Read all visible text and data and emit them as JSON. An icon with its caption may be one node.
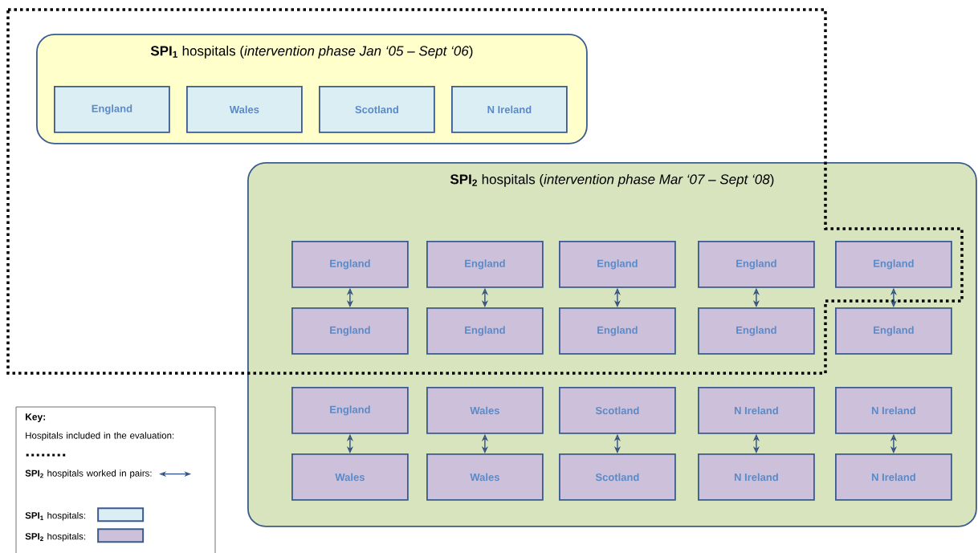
{
  "diagram": {
    "nodes": [
      {
        "text": [
          "**SPI$_{1}$** hospitals (*intervention phase Jan ‘05 – Sept ‘06*)"
        ]
      },
      {
        "text": [
          "England"
        ],
        "in": 0
      },
      {
        "text": [
          "Wales"
        ],
        "in": 0
      },
      {
        "text": [
          "Scotland"
        ],
        "in": 0
      },
      {
        "text": [
          "N Ireland"
        ],
        "in": 0
      },
      {
        "text": [
          "**SPI$_{2}$** hospitals (*intervention phase Mar ‘07 – Sept ‘08*)"
        ]
      },
      {
        "text": [
          "England"
        ],
        "in": 5
      },
      {
        "text": [
          "England"
        ],
        "in": 5
      },
      {
        "text": [
          "England"
        ],
        "in": 5
      },
      {
        "text": [
          "England"
        ],
        "in": 5
      },
      {
        "text": [
          "England"
        ],
        "in": 5
      },
      {
        "text": [
          "England"
        ],
        "in": 5
      },
      {
        "text": [
          "England"
        ],
        "in": 5
      },
      {
        "text": [
          "England"
        ],
        "in": 5
      },
      {
        "text": [
          "England"
        ],
        "in": 5
      },
      {
        "text": [
          "England"
        ],
        "in": 5
      },
      {
        "text": [
          "England"
        ],
        "in": 5
      },
      {
        "text": [
          "Wales"
        ],
        "in": 5
      },
      {
        "text": [
          "Scotland"
        ],
        "in": 5
      },
      {
        "text": [
          "N Ireland"
        ],
        "in": 5
      },
      {
        "text": [
          "N Ireland"
        ],
        "in": 5
      },
      {
        "text": [
          "Wales"
        ],
        "in": 5
      },
      {
        "text": [
          "Wales"
        ],
        "in": 5
      },
      {
        "text": [
          "Scotland"
        ],
        "in": 5
      },
      {
        "text": [
          "N Ireland"
        ],
        "in": 5
      },
      {
        "text": [
          "N Ireland"
        ],
        "in": 5
      }
    ],
    "edges": [
      {
        "from": 6,
        "to": 11,
        "arrow": "both"
      },
      {
        "from": 7,
        "to": 12,
        "arrow": "both"
      },
      {
        "from": 8,
        "to": 13,
        "arrow": "both"
      },
      {
        "from": 9,
        "to": 14,
        "arrow": "both"
      },
      {
        "from": 10,
        "to": 15,
        "arrow": "both"
      },
      {
        "from": 16,
        "to": 21,
        "arrow": "both"
      },
      {
        "from": 17,
        "to": 22,
        "arrow": "both"
      },
      {
        "from": 18,
        "to": 23,
        "arrow": "both"
      },
      {
        "from": 19,
        "to": 24,
        "arrow": "both"
      },
      {
        "from": 20,
        "to": 25,
        "arrow": "both"
      }
    ],
    "labels": [
      "Key:"
    ],
    "legend": [
      {
        "text": "Hospitals included in the evaluation:"
      },
      {
        "text": "**SPI$_{2}$** hospitals worked in pairs:"
      },
      {
        "text": "**SPI$_{1}$** hospitals:",
        "color": "#daeef3"
      },
      {
        "text": "**SPI$_{2}$** hospitals:",
        "color": "#ccc0da"
      }
    ]
  }
}
